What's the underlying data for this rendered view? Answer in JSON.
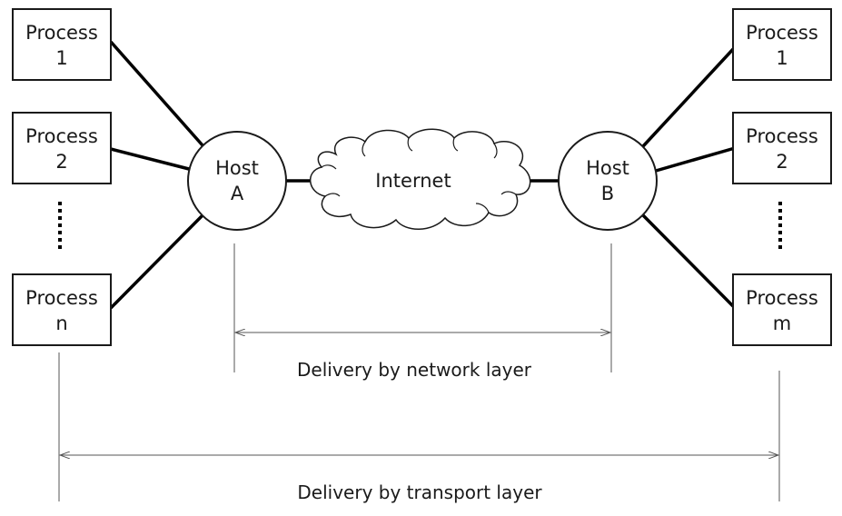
{
  "left_processes": [
    {
      "line1": "Process",
      "line2": "1"
    },
    {
      "line1": "Process",
      "line2": "2"
    },
    {
      "line1": "Process",
      "line2": "n"
    }
  ],
  "right_processes": [
    {
      "line1": "Process",
      "line2": "1"
    },
    {
      "line1": "Process",
      "line2": "2"
    },
    {
      "line1": "Process",
      "line2": "m"
    }
  ],
  "host_a": {
    "line1": "Host",
    "line2": "A"
  },
  "host_b": {
    "line1": "Host",
    "line2": "B"
  },
  "internet_label": "Internet",
  "network_delivery_label": "Delivery by network layer",
  "transport_delivery_label": "Delivery by transport layer",
  "colors": {
    "stroke": "#1a1a1a",
    "background": "#ffffff"
  }
}
